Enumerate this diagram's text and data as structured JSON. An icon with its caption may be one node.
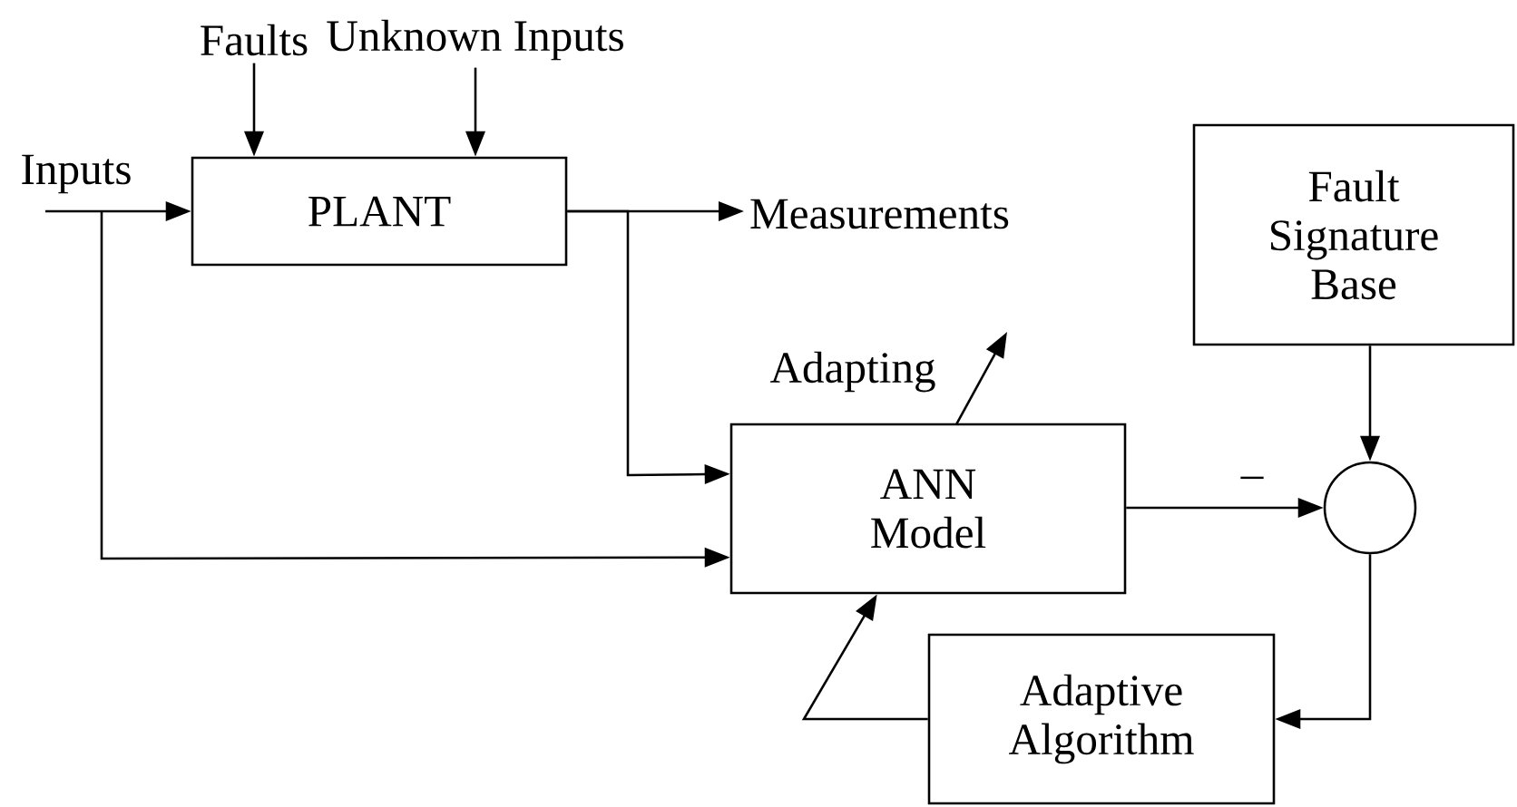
{
  "diagram": {
    "nodes": [
      {
        "text": [
          "Faults"
        ]
      },
      {
        "text": [
          "Unknown Inputs"
        ]
      },
      {
        "text": [
          "PLANT"
        ]
      },
      {
        "text": [
          "Measurements"
        ]
      },
      {
        "text": [
          "Fault Signature Base"
        ]
      },
      {
        "text": [
          "ANN Model"
        ]
      },
      {
        "text": [],
        "shape": "circle"
      },
      {
        "text": [
          "Adaptive Algorithm"
        ]
      }
    ],
    "edges": [
      {
        "from": 0,
        "to": 2,
        "arrow": "to"
      },
      {
        "from": 1,
        "to": 2,
        "arrow": "to"
      },
      {
        "from": null,
        "to": 2,
        "arrow": "to",
        "label": "Inputs"
      },
      {
        "from": 2,
        "to": 3,
        "arrow": "to"
      },
      {
        "from": 2,
        "to": 5,
        "arrow": "to"
      },
      {
        "from": null,
        "to": 5,
        "arrow": "to"
      },
      {
        "from": 5,
        "to": 6,
        "arrow": "to",
        "label": "–"
      },
      {
        "from": 4,
        "to": 6,
        "arrow": "to"
      },
      {
        "from": 6,
        "to": 7,
        "arrow": "to"
      },
      {
        "from": 7,
        "to": 5,
        "arrow": "to"
      }
    ],
    "labels": [
      "Adapting"
    ]
  }
}
